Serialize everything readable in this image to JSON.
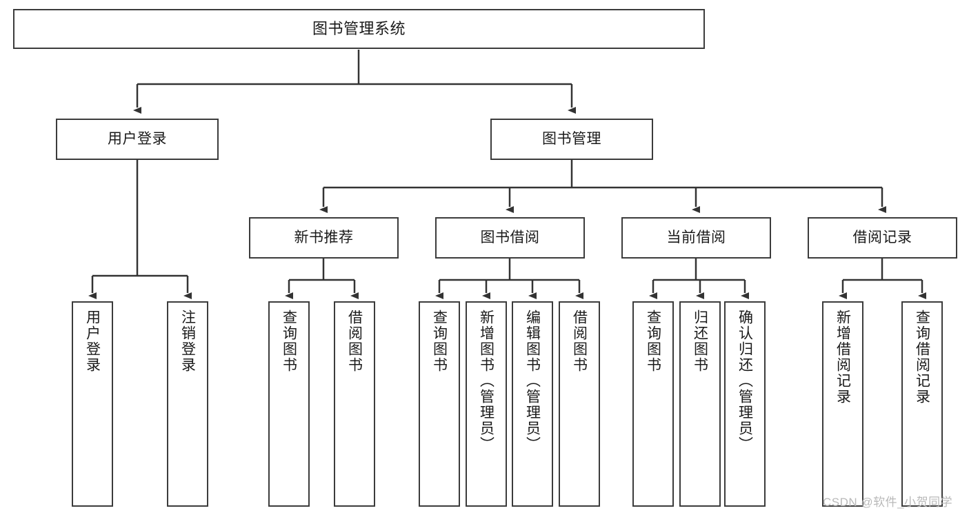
{
  "diagram": {
    "title": "图书管理系统",
    "type": "tree-hierarchy-chart",
    "root": {
      "id": "root",
      "label": "图书管理系统"
    },
    "level2": [
      {
        "id": "user-login",
        "label": "用户登录"
      },
      {
        "id": "book-manage",
        "label": "图书管理"
      }
    ],
    "level3": [
      {
        "id": "new-book-recommend",
        "label": "新书推荐",
        "parent": "book-manage"
      },
      {
        "id": "book-borrow",
        "label": "图书借阅",
        "parent": "book-manage"
      },
      {
        "id": "current-borrow",
        "label": "当前借阅",
        "parent": "book-manage"
      },
      {
        "id": "borrow-record",
        "label": "借阅记录",
        "parent": "book-manage"
      }
    ],
    "leaves": [
      {
        "id": "leaf-user-login",
        "label": "用户登录",
        "parent": "user-login"
      },
      {
        "id": "leaf-logout-login",
        "label": "注销登录",
        "parent": "user-login"
      },
      {
        "id": "leaf-query-book-1",
        "label": "查询图书",
        "parent": "new-book-recommend"
      },
      {
        "id": "leaf-borrow-book-1",
        "label": "借阅图书",
        "parent": "new-book-recommend"
      },
      {
        "id": "leaf-query-book-2",
        "label": "查询图书",
        "parent": "book-borrow"
      },
      {
        "id": "leaf-add-book",
        "label": "新增图书（管理员）",
        "parent": "book-borrow"
      },
      {
        "id": "leaf-edit-book",
        "label": "编辑图书（管理员）",
        "parent": "book-borrow"
      },
      {
        "id": "leaf-borrow-book-2",
        "label": "借阅图书",
        "parent": "book-borrow"
      },
      {
        "id": "leaf-query-book-3",
        "label": "查询图书",
        "parent": "current-borrow"
      },
      {
        "id": "leaf-return-book",
        "label": "归还图书",
        "parent": "current-borrow"
      },
      {
        "id": "leaf-confirm-return",
        "label": "确认归还（管理员）",
        "parent": "current-borrow"
      },
      {
        "id": "leaf-add-record",
        "label": "新增借阅记录",
        "parent": "borrow-record"
      },
      {
        "id": "leaf-query-record",
        "label": "查询借阅记录",
        "parent": "borrow-record"
      }
    ],
    "watermark": "CSDN @软件_小贺同学",
    "colors": {
      "box_border": "#3b3b3b",
      "box_fill": "#ffffff",
      "connector": "#333333",
      "text": "#1a1a1a",
      "watermark": "#b9b9b9",
      "background": "#ffffff"
    }
  }
}
